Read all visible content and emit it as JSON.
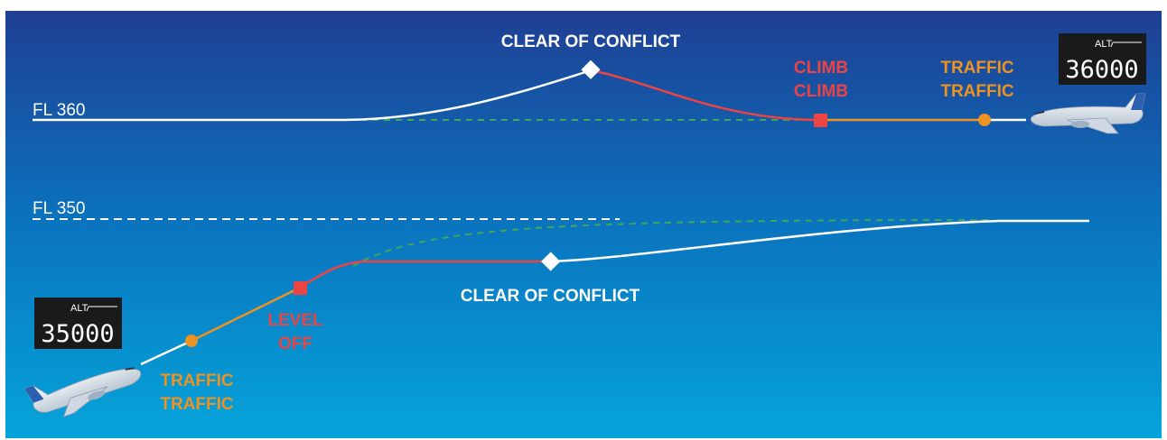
{
  "levels": {
    "fl360": "FL 360",
    "fl350": "FL 350"
  },
  "upper_aircraft": {
    "advisory": "CLEAR OF CONFLICT",
    "ra_line1": "CLIMB",
    "ra_line2": "CLIMB",
    "ta_line1": "TRAFFIC",
    "ta_line2": "TRAFFIC",
    "alt_label": "ALT",
    "alt_value": "36000"
  },
  "lower_aircraft": {
    "advisory": "CLEAR OF CONFLICT",
    "ra_line1": "LEVEL",
    "ra_line2": "OFF",
    "ta_line1": "TRAFFIC",
    "ta_line2": "TRAFFIC",
    "alt_label": "ALT",
    "alt_value": "35000"
  },
  "colors": {
    "background_top": "#1f3f93",
    "background_bottom": "#05a4da",
    "path": "#ffffff",
    "resolution_advisory": "#ec4343",
    "traffic_advisory": "#ee9222",
    "original_path": "#3fa85c",
    "display_bg": "#1a1a1a"
  }
}
